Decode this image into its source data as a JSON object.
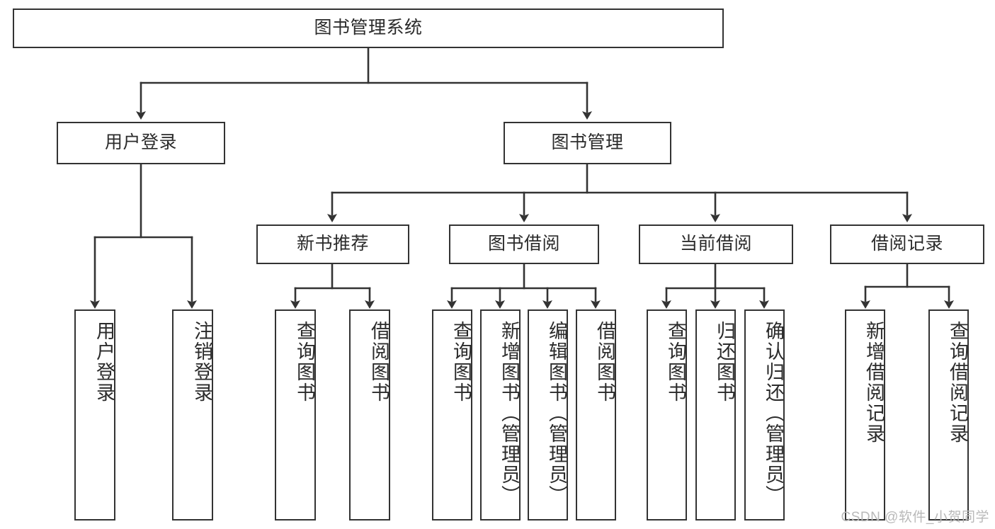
{
  "diagram": {
    "type": "hierarchy-tree",
    "title": "图书管理系统",
    "watermark": "CSDN @软件_小贺同学",
    "colors": {
      "stroke": "#333333",
      "fill": "#ffffff",
      "text": "#2b2b2b",
      "watermark": "#b9b9b9"
    },
    "nodes": {
      "root": {
        "label": "图书管理系统"
      },
      "level2": [
        {
          "id": "user-login",
          "label": "用户登录"
        },
        {
          "id": "book-manage",
          "label": "图书管理"
        }
      ],
      "level3": [
        {
          "id": "new-book-recommend",
          "label": "新书推荐"
        },
        {
          "id": "book-borrow",
          "label": "图书借阅"
        },
        {
          "id": "current-borrow",
          "label": "当前借阅"
        },
        {
          "id": "borrow-record",
          "label": "借阅记录"
        }
      ],
      "leaves": {
        "user-login": [
          {
            "id": "leaf-user-login",
            "label": "用户登录"
          },
          {
            "id": "leaf-user-logout",
            "label": "注销登录"
          }
        ],
        "new-book-recommend": [
          {
            "id": "leaf-query-book-1",
            "label": "查询图书"
          },
          {
            "id": "leaf-borrow-book-1",
            "label": "借阅图书"
          }
        ],
        "book-borrow": [
          {
            "id": "leaf-query-book-2",
            "label": "查询图书"
          },
          {
            "id": "leaf-add-book",
            "label": "新增图书（管理员）"
          },
          {
            "id": "leaf-edit-book",
            "label": "编辑图书（管理员）"
          },
          {
            "id": "leaf-borrow-book-2",
            "label": "借阅图书"
          }
        ],
        "current-borrow": [
          {
            "id": "leaf-query-book-3",
            "label": "查询图书"
          },
          {
            "id": "leaf-return-book",
            "label": "归还图书"
          },
          {
            "id": "leaf-confirm-return",
            "label": "确认归还（管理员）"
          }
        ],
        "borrow-record": [
          {
            "id": "leaf-add-record",
            "label": "新增借阅记录"
          },
          {
            "id": "leaf-query-record",
            "label": "查询借阅记录"
          }
        ]
      }
    }
  }
}
